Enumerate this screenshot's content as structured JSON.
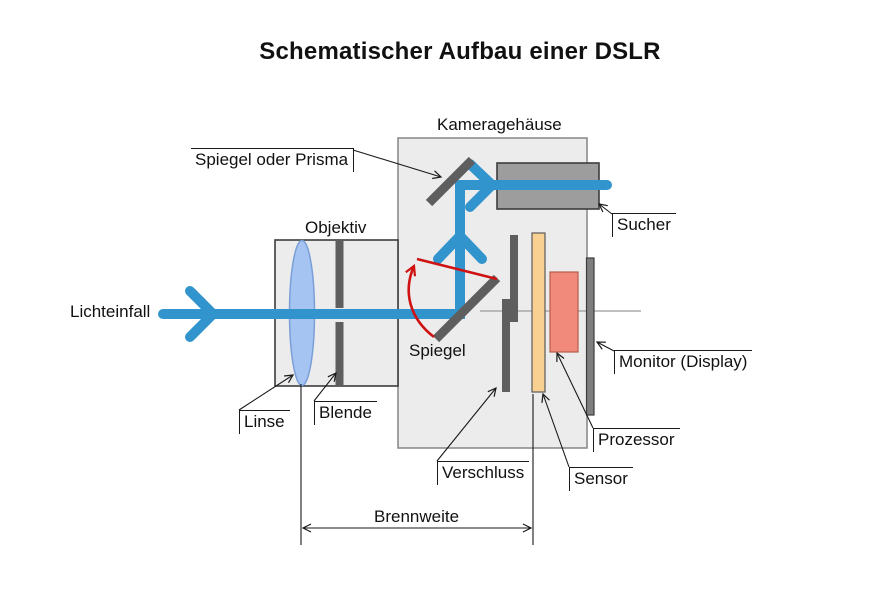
{
  "title": "Schematischer Aufbau einer DSLR",
  "labels": {
    "kameragehaeuse": "Kameragehäuse",
    "spiegel_oder_prisma": "Spiegel oder Prisma",
    "objektiv": "Objektiv",
    "sucher": "Sucher",
    "lichteinfall": "Lichteinfall",
    "spiegel": "Spiegel",
    "linse": "Linse",
    "blende": "Blende",
    "verschluss": "Verschluss",
    "sensor": "Sensor",
    "prozessor": "Prozessor",
    "monitor": "Monitor (Display)",
    "brennweite": "Brennweite"
  },
  "colors": {
    "beam": "#3194cd",
    "lens-fill": "#a6c4f2",
    "lens-stroke": "#7a9fd8",
    "body-fill": "#ececec",
    "body-stroke": "#8c8c8c",
    "box-stroke": "#3c3c3c",
    "bar-gray": "#5e5e5e",
    "viewfinder-fill": "#9d9d9d",
    "monitor-fill": "#7e7e7e",
    "sensor-fill": "#f7d092",
    "sensor-stroke": "#5a5a5a",
    "processor-fill": "#f28a7b",
    "processor-stroke": "#b65c4e",
    "red": "#cf1212",
    "line": "#1a1a1a",
    "axis": "#9a9a9a"
  }
}
